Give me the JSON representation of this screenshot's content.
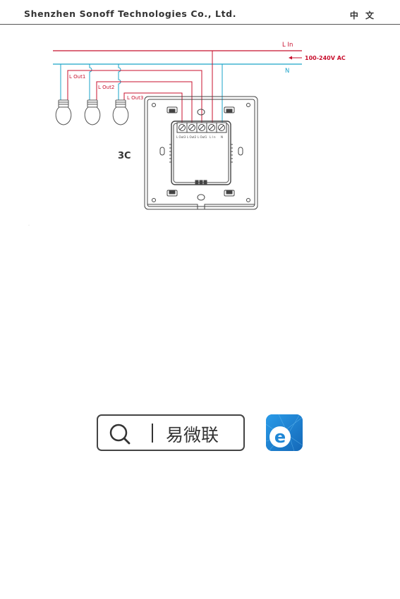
{
  "header": {
    "company": "Shenzhen Sonoff Technologies Co., Ltd.",
    "language": "中 文"
  },
  "diagram": {
    "line_in_label": "L In",
    "voltage_label": "100-240V AC",
    "neutral_label": "N",
    "out1_label": "L Out1",
    "out2_label": "L Out2",
    "out3_label": "L Out3",
    "model_label": "3C",
    "terminals": [
      "L Out3",
      "L Out2",
      "L Out1",
      "L I n",
      "N"
    ]
  },
  "search": {
    "text": "易微联"
  },
  "app_icon": {
    "letter": "e"
  },
  "colors": {
    "live": "#c8102e",
    "neutral": "#1aa3c8",
    "app_blue": "#1f87d6"
  }
}
